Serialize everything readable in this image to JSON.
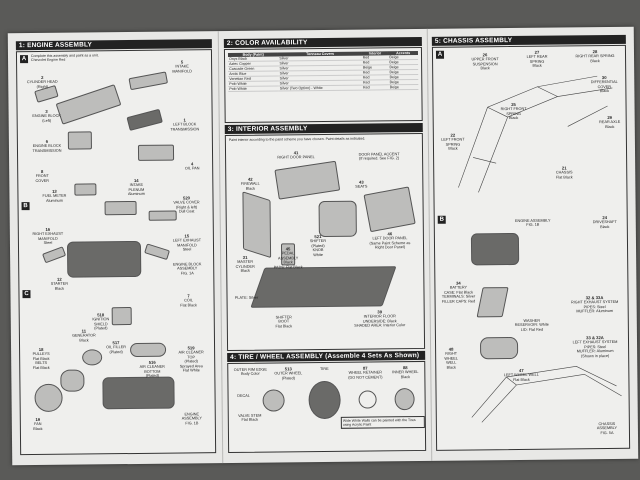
{
  "sections": {
    "engine": {
      "title": "1: ENGINE ASSEMBLY",
      "step_a": "A",
      "intro": "Complete this assembly and paint as a unit. Chevrolet Engine Red",
      "step_b": "B",
      "step_c": "C",
      "parts": [
        {
          "n": "2",
          "name": "CYLINDER HEAD\n(Right)"
        },
        {
          "n": "3",
          "name": "ENGINE BLOCK\n(Left)"
        },
        {
          "n": "5",
          "name": "INTAKE\nMANIFOLD"
        },
        {
          "n": "6",
          "name": "ENGINE BLOCK\nTRANSMISSION"
        },
        {
          "n": "8",
          "name": "FRONT\nCOVER"
        },
        {
          "n": "1",
          "name": "LEFT BLOCK\nTRANSMISSION"
        },
        {
          "n": "4",
          "name": "OIL PAN"
        },
        {
          "n": "13",
          "name": "FUEL METER\nAluminum"
        },
        {
          "n": "14",
          "name": "INTAKE\nPLENUM\nAluminum"
        },
        {
          "n": "520",
          "name": "VALVE COVER\n(Right & left)\nDull Coat"
        },
        {
          "n": "16",
          "name": "RIGHT EXHAUST\nMANIFOLD\nSteel"
        },
        {
          "n": "15",
          "name": "LEFT EXHAUST\nMANIFOLD\nSteel"
        },
        {
          "n": "",
          "name": "ENGINE BLOCK\nASSEMBLY\nFIG. 1A"
        },
        {
          "n": "12",
          "name": "STARTER\nBlack"
        },
        {
          "n": "7",
          "name": "COIL\nFlat Black"
        },
        {
          "n": "18",
          "name": "PULLEYS\nFlat Black\nBELTS\nFlat Black"
        },
        {
          "n": "11",
          "name": "GENERATOR\nBlack"
        },
        {
          "n": "517",
          "name": "OIL FILLER\n(Plated)"
        },
        {
          "n": "518",
          "name": "IGNITION\nSHIELD\n(Plated)"
        },
        {
          "n": "516",
          "name": "AIR CLEANER\nBOTTOM\n(Plated)"
        },
        {
          "n": "519",
          "name": "AIR CLEANER\nTOP\n(Plated)\nSprayed Area\nFlat White"
        },
        {
          "n": "19",
          "name": "FAN\nBlack"
        },
        {
          "n": "",
          "name": "ENGINE\nASSEMBLY\nFIG. 1B"
        }
      ]
    },
    "color": {
      "title": "2: COLOR AVAILABILITY",
      "headers": [
        "Body (Paint)",
        "Tonneau Covers",
        "Interior",
        "Accents"
      ],
      "rows": [
        [
          "Onyx Black",
          "Silver",
          "Red",
          "Beige"
        ],
        [
          "Aztec Copper",
          "Silver",
          "Red",
          "Beige"
        ],
        [
          "Cascade Green",
          "Silver",
          "Beige",
          "Beige"
        ],
        [
          "Arctic Blue",
          "Silver",
          "Red",
          "Beige"
        ],
        [
          "Venetian Red",
          "Silver",
          "Red",
          "Beige"
        ],
        [
          "Polo White",
          "Silver",
          "Red",
          "Beige"
        ],
        [
          "Polo White",
          "Silver (Two Option) - White",
          "Red",
          "Beige"
        ]
      ]
    },
    "interior": {
      "title": "3: INTERIOR ASSEMBLY",
      "intro": "Paint interior according to the paint scheme you have chosen. Paint details as indicated.",
      "parts": [
        {
          "n": "41",
          "name": "RIGHT DOOR PANEL"
        },
        {
          "n": "",
          "name": "DOOR PANEL ACCENT\n(If required. See FIG. 2)"
        },
        {
          "n": "42",
          "name": "FIREWALL\nBlack"
        },
        {
          "n": "43",
          "name": "SEATS"
        },
        {
          "n": "31",
          "name": "MASTER\nCYLINDER\nBlack"
        },
        {
          "n": "521",
          "name": "SHIFTER\n(Plated)\nKNOB\nWhite"
        },
        {
          "n": "46",
          "name": "LEFT DOOR PANEL\n(Same Paint Scheme as\nRight Door Panel)"
        },
        {
          "n": "45",
          "name": "PEDAL\nASSEMBLY\nBlack\nPADS: Flat Black"
        },
        {
          "n": "",
          "name": "PLATE: Silver"
        },
        {
          "n": "",
          "name": "SHIFTER\nBOOT\nFlat Black"
        },
        {
          "n": "39",
          "name": "INTERIOR FLOOR\nUNDERSIDE: Black\nSHADED AREA: Interior Color"
        }
      ]
    },
    "tire": {
      "title": "4: TIRE / WHEEL ASSEMBLY (Assemble 4 Sets As Shown)",
      "parts": [
        {
          "n": "",
          "name": "OUTER RIM EDGE\nBody Color"
        },
        {
          "n": "513",
          "name": "OUTER WHEEL\n(Plated)"
        },
        {
          "n": "",
          "name": "TIRE"
        },
        {
          "n": "87",
          "name": "WHEEL RETAINER\n(DO NOT CEMENT)"
        },
        {
          "n": "88",
          "name": "INNER WHEEL\nBlack"
        },
        {
          "n": "",
          "name": "DECAL"
        },
        {
          "n": "",
          "name": "VALVE STEM\nFlat Black"
        }
      ],
      "note": "Wide White Walls can be painted with the Tires using Acrylic Paint"
    },
    "chassis": {
      "title": "5: CHASSIS ASSEMBLY",
      "step_a": "A",
      "step_b": "B",
      "parts": [
        {
          "n": "26",
          "name": "UPPER FRONT\nSUSPENSION\nBlack"
        },
        {
          "n": "27",
          "name": "LEFT REAR\nSPRING\nBlack"
        },
        {
          "n": "28",
          "name": "RIGHT REAR SPRING\nBlack"
        },
        {
          "n": "30",
          "name": "DIFFERENTIAL\nCOVER\nBlack"
        },
        {
          "n": "29",
          "name": "REAR AXLE\nBlack"
        },
        {
          "n": "25",
          "name": "RIGHT FRONT\nSPRING\nBlack"
        },
        {
          "n": "22",
          "name": "LEFT FRONT\nSPRING\nBlack"
        },
        {
          "n": "21",
          "name": "CHASSIS\nFlat Black"
        },
        {
          "n": "",
          "name": "ENGINE ASSEMBLY\nFIG. 1B"
        },
        {
          "n": "24",
          "name": "DRIVESHAFT\nBlack"
        },
        {
          "n": "34",
          "name": "BATTERY\nCASE: Flat Black\nTERMINALS: Silver\nFILLER CAPS: Red"
        },
        {
          "n": "",
          "name": "WASHER\nRESERVOIR: White\nLID: Flat Red"
        },
        {
          "n": "32 & 33A",
          "name": "RIGHT EXHAUST SYSTEM\nPIPES: Steel\nMUFFLER: Aluminum"
        },
        {
          "n": "33 & 32A",
          "name": "LEFT EXHAUST SYSTEM\nPIPES: Steel\nMUFFLER: Aluminum\n(Shown in place)"
        },
        {
          "n": "48",
          "name": "RIGHT\nWHEEL\nWELL\nBlack"
        },
        {
          "n": "47",
          "name": "LEFT WHEEL WELL\nFlat Black"
        },
        {
          "n": "",
          "name": "CHASSIS\nASSEMBLY\nFIG. 5A"
        }
      ]
    }
  }
}
